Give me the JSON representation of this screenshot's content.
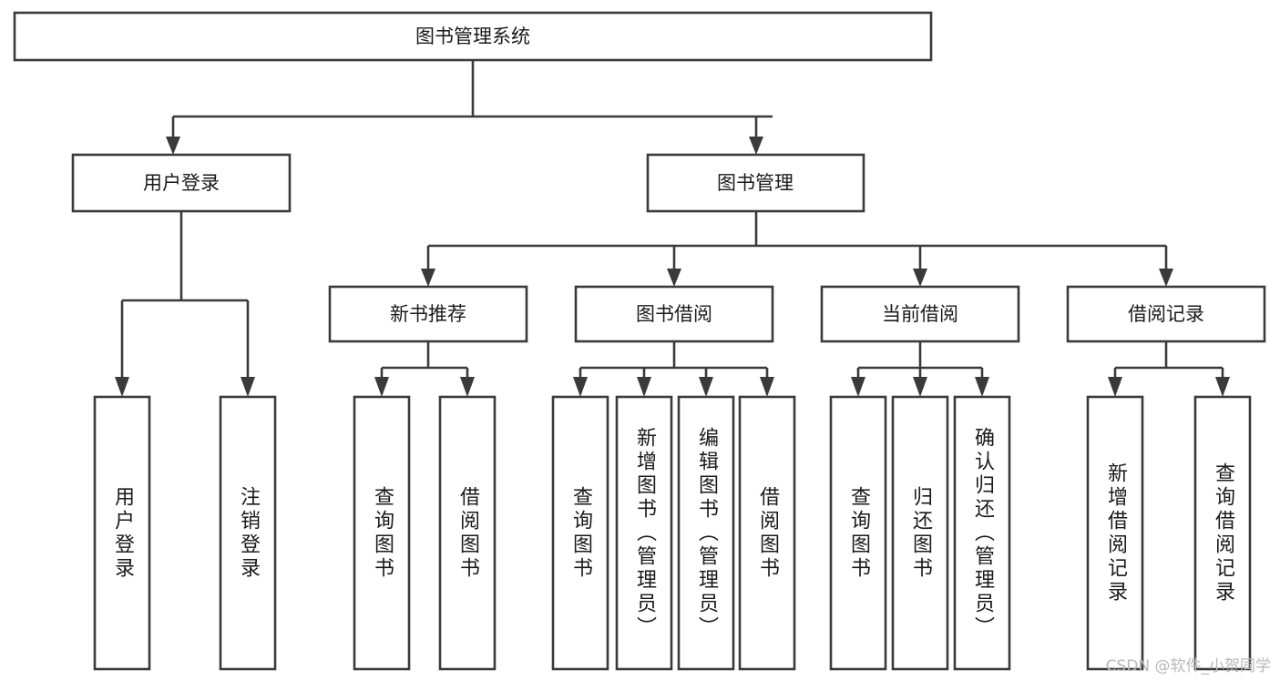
{
  "diagram": {
    "type": "tree",
    "title": "图书管理系统",
    "watermark": "CSDN @软件_小贺同学",
    "colors": {
      "stroke": "#3a3a3a",
      "box_fill": "#ffffff",
      "text": "#1a1a1a",
      "background": "#ffffff",
      "watermark": "#b8b8b8"
    },
    "root": {
      "label": "图书管理系统"
    },
    "level2": [
      {
        "label": "用户登录"
      },
      {
        "label": "图书管理"
      }
    ],
    "level3": [
      {
        "label": "新书推荐"
      },
      {
        "label": "图书借阅"
      },
      {
        "label": "当前借阅"
      },
      {
        "label": "借阅记录"
      }
    ],
    "leaves": {
      "user_login": [
        {
          "label": "用户登录"
        },
        {
          "label": "注销登录"
        }
      ],
      "new_book_recommend": [
        {
          "label": "查询图书"
        },
        {
          "label": "借阅图书"
        }
      ],
      "book_borrow": [
        {
          "label": "查询图书"
        },
        {
          "label": "新增图书（管理员）"
        },
        {
          "label": "编辑图书（管理员）"
        },
        {
          "label": "借阅图书"
        }
      ],
      "current_borrow": [
        {
          "label": "查询图书"
        },
        {
          "label": "归还图书"
        },
        {
          "label": "确认归还（管理员）"
        }
      ],
      "borrow_records": [
        {
          "label": "新增借阅记录"
        },
        {
          "label": "查询借阅记录"
        }
      ]
    }
  }
}
